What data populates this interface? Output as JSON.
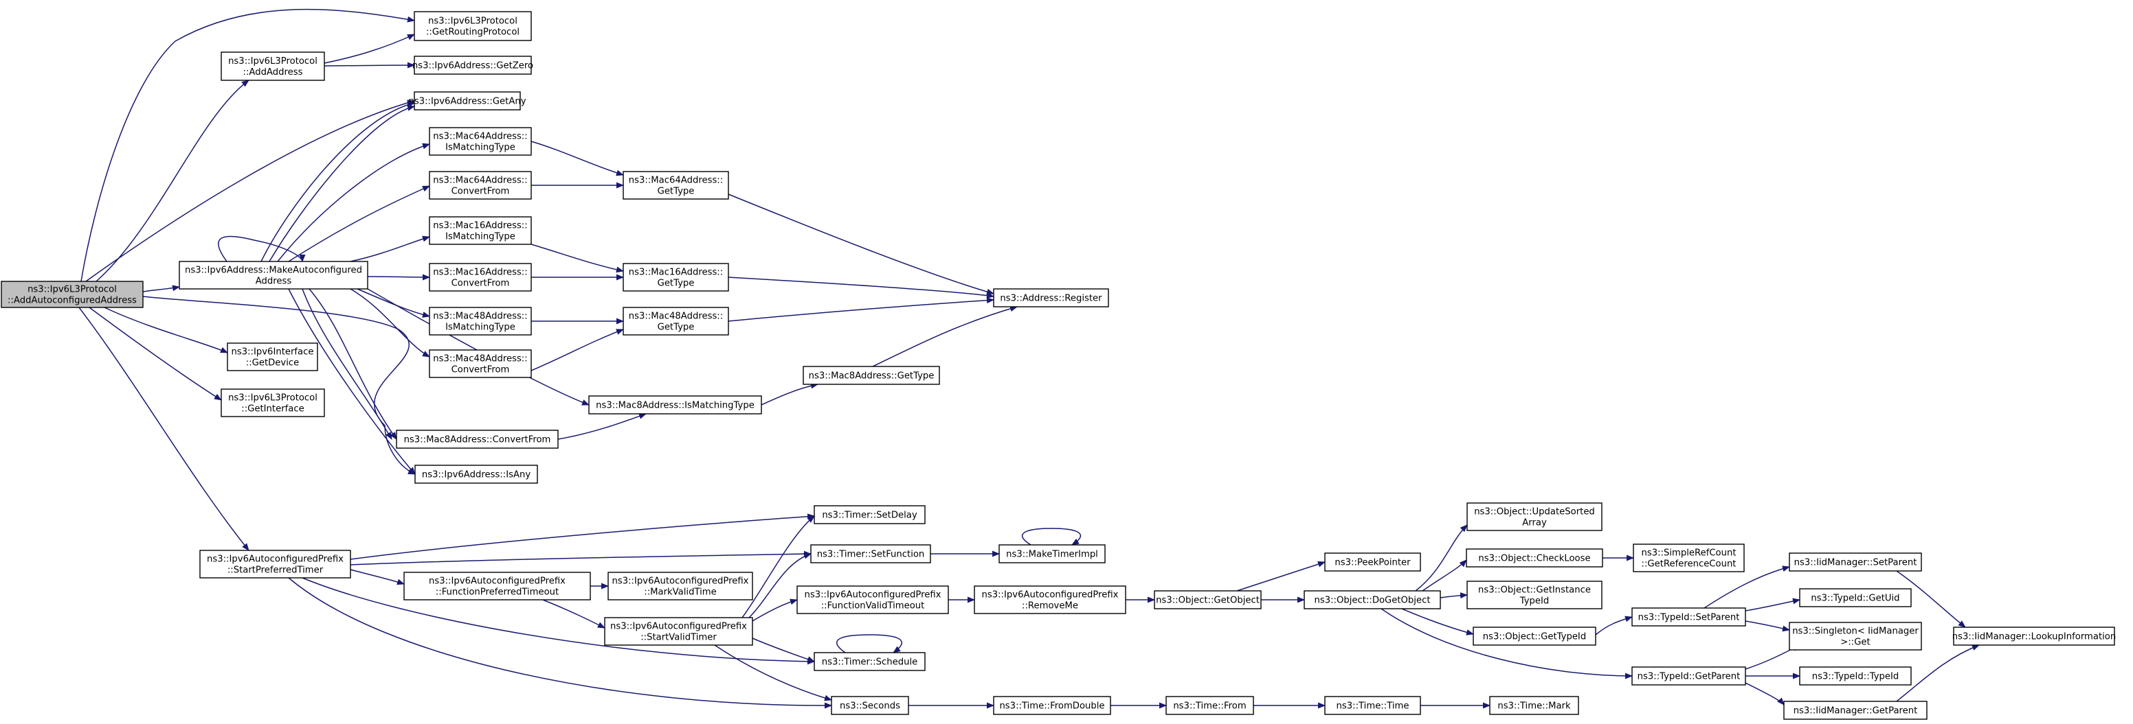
{
  "colors": {
    "edge": "#191970",
    "root_fill": "#bfbfbf",
    "node_fill": "#ffffff",
    "border": "#000000"
  },
  "nodes": {
    "n_root": [
      "ns3::Ipv6L3Protocol",
      "::AddAutoconfiguredAddress"
    ],
    "n_getrouting": [
      "ns3::Ipv6L3Protocol",
      "::GetRoutingProtocol"
    ],
    "n_addaddress": [
      "ns3::Ipv6L3Protocol",
      "::AddAddress"
    ],
    "n_getzero": [
      "ns3::Ipv6Address::GetZero"
    ],
    "n_getany": [
      "ns3::Ipv6Address::GetAny"
    ],
    "n_makeauto": [
      "ns3::Ipv6Address::MakeAutoconfigured",
      "Address"
    ],
    "n_m64match": [
      "ns3::Mac64Address::",
      "IsMatchingType"
    ],
    "n_m64conv": [
      "ns3::Mac64Address::",
      "ConvertFrom"
    ],
    "n_m64type": [
      "ns3::Mac64Address::",
      "GetType"
    ],
    "n_m16match": [
      "ns3::Mac16Address::",
      "IsMatchingType"
    ],
    "n_m16conv": [
      "ns3::Mac16Address::",
      "ConvertFrom"
    ],
    "n_m16type": [
      "ns3::Mac16Address::",
      "GetType"
    ],
    "n_m48match": [
      "ns3::Mac48Address::",
      "IsMatchingType"
    ],
    "n_m48conv": [
      "ns3::Mac48Address::",
      "ConvertFrom"
    ],
    "n_m48type": [
      "ns3::Mac48Address::",
      "GetType"
    ],
    "n_register": [
      "ns3::Address::Register"
    ],
    "n_m8type": [
      "ns3::Mac8Address::GetType"
    ],
    "n_m8match": [
      "ns3::Mac8Address::IsMatchingType"
    ],
    "n_m8conv": [
      "ns3::Mac8Address::ConvertFrom"
    ],
    "n_isany": [
      "ns3::Ipv6Address::IsAny"
    ],
    "n_ifacedev": [
      "ns3::Ipv6Interface",
      "::GetDevice"
    ],
    "n_getiface": [
      "ns3::Ipv6L3Protocol",
      "::GetInterface"
    ],
    "n_startpref": [
      "ns3::Ipv6AutoconfiguredPrefix",
      "::StartPreferredTimer"
    ],
    "n_funcpref": [
      "ns3::Ipv6AutoconfiguredPrefix",
      "::FunctionPreferredTimeout"
    ],
    "n_markvalid": [
      "ns3::Ipv6AutoconfiguredPrefix",
      "::MarkValidTime"
    ],
    "n_startvalid": [
      "ns3::Ipv6AutoconfiguredPrefix",
      "::StartValidTimer"
    ],
    "n_setdelay": [
      "ns3::Timer::SetDelay"
    ],
    "n_setfunc": [
      "ns3::Timer::SetFunction"
    ],
    "n_maketimer": [
      "ns3::MakeTimerImpl"
    ],
    "n_funcvalid": [
      "ns3::Ipv6AutoconfiguredPrefix",
      "::FunctionValidTimeout"
    ],
    "n_removeme": [
      "ns3::Ipv6AutoconfiguredPrefix",
      "::RemoveMe"
    ],
    "n_schedule": [
      "ns3::Timer::Schedule"
    ],
    "n_seconds": [
      "ns3::Seconds"
    ],
    "n_fromdouble": [
      "ns3::Time::FromDouble"
    ],
    "n_from": [
      "ns3::Time::From"
    ],
    "n_time": [
      "ns3::Time::Time"
    ],
    "n_mark": [
      "ns3::Time::Mark"
    ],
    "n_getobject": [
      "ns3::Object::GetObject"
    ],
    "n_peek": [
      "ns3::PeekPointer"
    ],
    "n_dogetobj": [
      "ns3::Object::DoGetObject"
    ],
    "n_updsorted": [
      "ns3::Object::UpdateSorted",
      "Array"
    ],
    "n_checkloose": [
      "ns3::Object::CheckLoose"
    ],
    "n_refcount": [
      "ns3::SimpleRefCount",
      "::GetReferenceCount"
    ],
    "n_getinst": [
      "ns3::Object::GetInstance",
      "TypeId"
    ],
    "n_objtypeid": [
      "ns3::Object::GetTypeId"
    ],
    "n_tidsetpar": [
      "ns3::TypeId::SetParent"
    ],
    "n_tidgetpar": [
      "ns3::TypeId::GetParent"
    ],
    "n_iidsetpar": [
      "ns3::IidManager::SetParent"
    ],
    "n_getuid": [
      "ns3::TypeId::GetUid"
    ],
    "n_singleton": [
      "ns3::Singleton< IidManager",
      " >::Get"
    ],
    "n_tidtypeid": [
      "ns3::TypeId::TypeId"
    ],
    "n_iidgetpar": [
      "ns3::IidManager::GetParent"
    ],
    "n_lookup": [
      "ns3::IidManager::LookupInformation"
    ]
  }
}
